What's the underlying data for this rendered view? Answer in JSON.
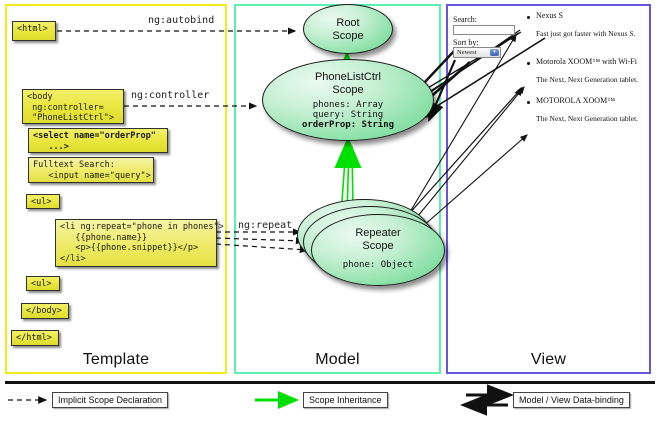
{
  "columns": [
    {
      "id": "template",
      "title": "Template",
      "border": "#f4ec18"
    },
    {
      "id": "model",
      "title": "Model",
      "border": "#59f2b4"
    },
    {
      "id": "view",
      "title": "View",
      "border": "#6655dd"
    }
  ],
  "template": {
    "boxes": [
      {
        "name": "html-open-tag",
        "text": "<html>"
      },
      {
        "name": "body-open-tag",
        "text": "<body\n ng:controller=\n \"PhoneListCtrl\">"
      },
      {
        "name": "select-tag",
        "text": "<select name=\"orderProp\"\n   ...>"
      },
      {
        "name": "fulltext-search-input",
        "text": "Fulltext Search:\n   <input name=\"query\">"
      },
      {
        "name": "ul-open-tag",
        "text": "<ul>"
      },
      {
        "name": "li-repeat-tag",
        "text": "<li ng:repeat=\"phone in phones\">\n   {{phone.name}}\n   <p>{{phone.snippet}}</p>\n</li>"
      },
      {
        "name": "ul-close-tag",
        "text": "<ul>"
      },
      {
        "name": "body-close-tag",
        "text": "</body>"
      },
      {
        "name": "html-close-tag",
        "text": "</html>"
      }
    ]
  },
  "model": {
    "scopes": [
      {
        "name": "root-scope",
        "title": "Root\nScope",
        "props": ""
      },
      {
        "name": "phonelistctrl-scope",
        "title": "PhoneListCtrl\nScope",
        "props_plain": "phones: Array\nquery: String",
        "props_bold": "orderProp: String"
      },
      {
        "name": "repeater-scope",
        "title": "Repeater\nScope",
        "props": "phone: Object"
      }
    ]
  },
  "edge_labels": {
    "autobind": "ng:autobind",
    "controller": "ng:controller",
    "repeat": "ng:repeat"
  },
  "view": {
    "search_label": "Search:",
    "search_value": "",
    "sort_label": "Sort by:",
    "sort_value": "Newest",
    "phones": [
      {
        "name": "Nexus S",
        "snippet": "Fast just got faster with Nexus S."
      },
      {
        "name": "Motorola XOOM™  with Wi-Fi",
        "snippet": "The Next, Next Generation tablet."
      },
      {
        "name": "MOTOROLA XOOM™",
        "snippet": "The Next, Next Generation tablet."
      }
    ]
  },
  "legend": [
    {
      "name": "implicit-scope-declaration",
      "label": "Implicit Scope Declaration",
      "style": "dashed-arrow",
      "color": "#111111"
    },
    {
      "name": "scope-inheritance",
      "label": "Scope Inheritance",
      "style": "green-arrow",
      "color": "#00e000"
    },
    {
      "name": "model-view-data-binding",
      "label": "Model / View Data-binding",
      "style": "double-arrow",
      "color": "#111111"
    }
  ],
  "colors": {
    "template_border": "#f4ec18",
    "model_border": "#59f2b4",
    "view_border": "#6655dd",
    "code_yellow": "#e9e63c",
    "scope_green": "#8fe2ab",
    "inheritance_green": "#00e000"
  }
}
